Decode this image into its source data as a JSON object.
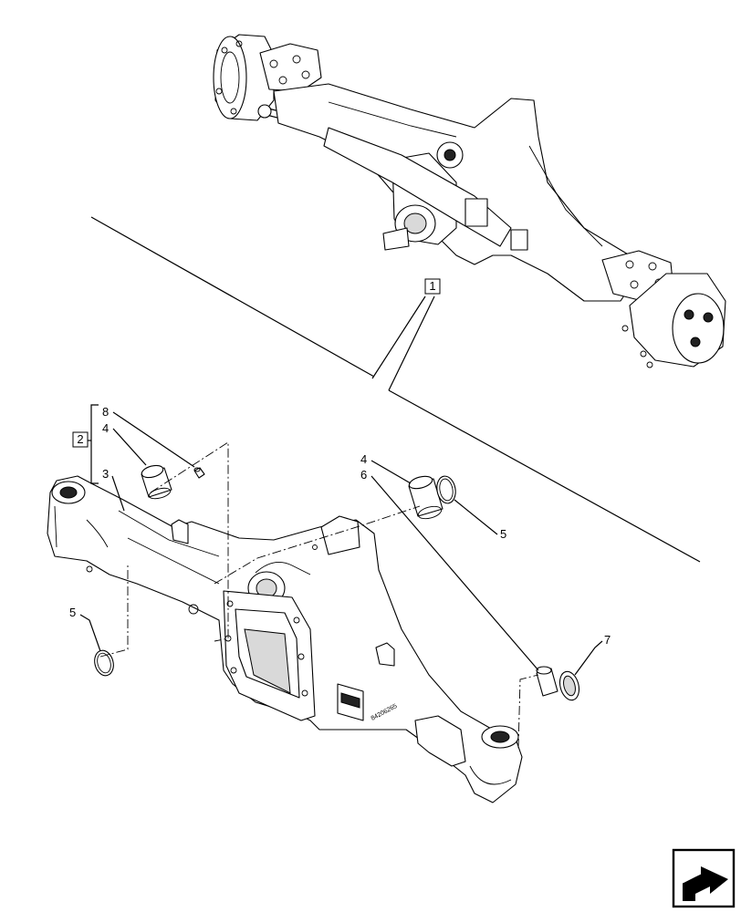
{
  "callouts": {
    "assembly_top": "1",
    "group_bracket": "2",
    "c3": "3",
    "c4_left": "4",
    "c4_right": "4",
    "c5_right": "5",
    "c5_left": "5",
    "c6": "6",
    "c7": "7",
    "c8": "8"
  },
  "plate_text": "84206265",
  "icons": {
    "next_page": "next-page-arrow-icon"
  }
}
